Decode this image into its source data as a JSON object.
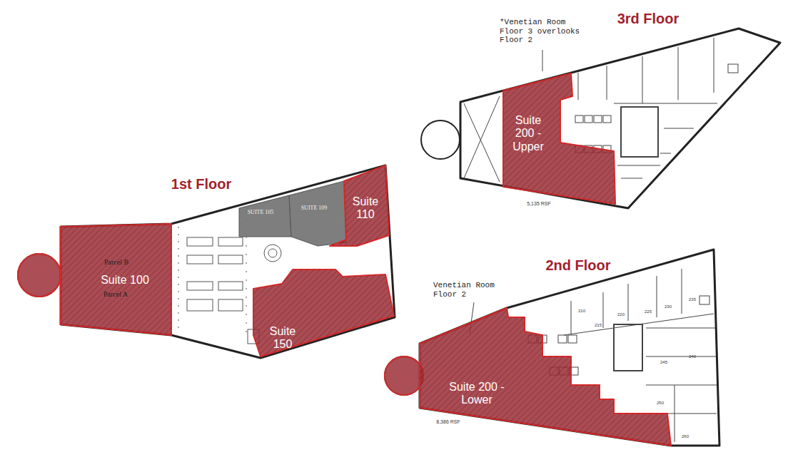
{
  "diagram": {
    "nodes": [
      {
        "text": [
          "1st Floor"
        ]
      },
      {
        "text": [
          "Parcel B",
          "Suite 100",
          "Parcel A"
        ],
        "in": 0
      },
      {
        "text": [
          "SUITE 105"
        ],
        "in": 0
      },
      {
        "text": [
          "SUITE 109"
        ],
        "in": 0
      },
      {
        "text": [
          "Suite 110"
        ],
        "in": 0
      },
      {
        "text": [
          "Suite 150"
        ],
        "in": 0
      },
      {
        "text": [
          "3rd Floor"
        ]
      },
      {
        "text": [
          "Suite 200 - Upper"
        ],
        "in": 6
      },
      {
        "text": [
          "2nd Floor"
        ]
      },
      {
        "text": [
          "Suite 200 - Lower"
        ],
        "in": 8
      }
    ],
    "labels": [
      "*Venetian Room Floor 3 overlooks Floor 2",
      "5,135 RSF",
      "Venetian Room Floor 2",
      "8,386 RSF",
      "210",
      "215",
      "220",
      "225",
      "230",
      "235",
      "240",
      "245",
      "250",
      "260"
    ]
  }
}
